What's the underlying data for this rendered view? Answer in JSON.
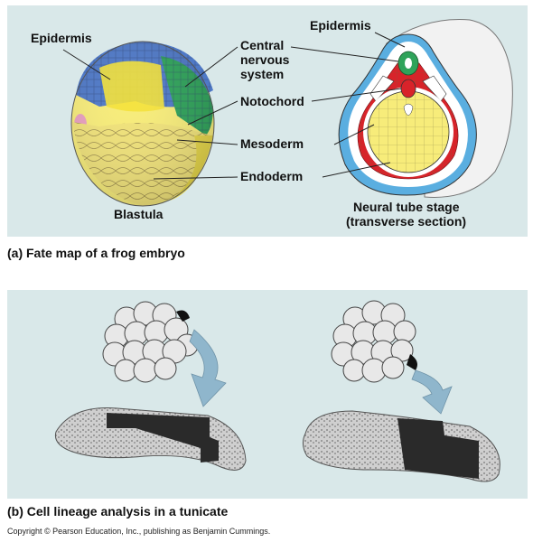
{
  "panel_a": {
    "blastula": {
      "title": "Blastula",
      "labels": {
        "epidermis": "Epidermis",
        "cns": [
          "Central",
          "nervous",
          "system"
        ],
        "notochord": "Notochord",
        "mesoderm": "Mesoderm",
        "endoderm": "Endoderm"
      }
    },
    "neural_tube": {
      "epidermis": "Epidermis",
      "title": [
        "Neural tube stage",
        "(transverse section)"
      ]
    },
    "caption": "(a) Fate map of a frog embryo"
  },
  "panel_b": {
    "caption": "(b) Cell lineage analysis in a tunicate"
  },
  "copyright": "Copyright © Pearson Education, Inc., publishing as Benjamin Cummings.",
  "colors": {
    "panel_bg": "#d9e8e9",
    "epidermis_blue": "#5aaee0",
    "neural_blue": "#4f79c7",
    "cns_green": "#2fa35a",
    "notochord_red": "#d8232a",
    "mesoderm_pink": "#e9a0c0",
    "endoderm_yellow": "#f7ec7a",
    "label_block": "#333333",
    "arrow": "#8fb6cc"
  }
}
